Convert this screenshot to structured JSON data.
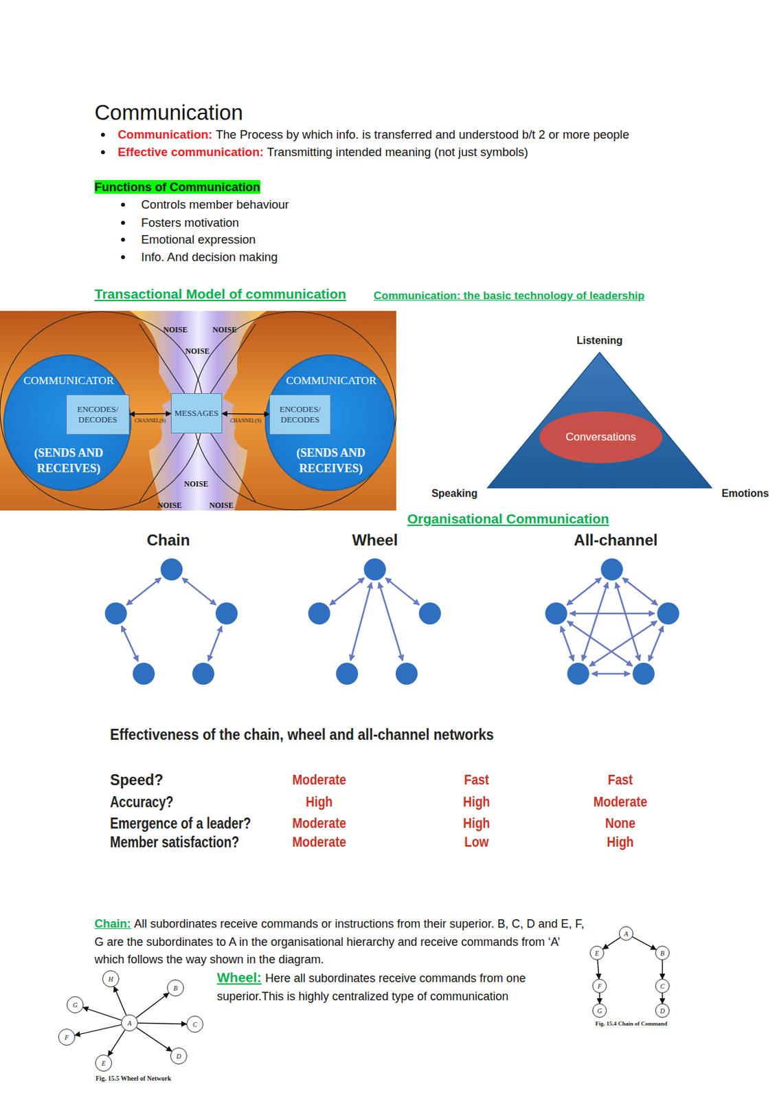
{
  "diagram": {
    "title": "Communication",
    "nodes": [
      {
        "text": [
          "COMMUNICATOR",
          "(SENDS AND RECEIVES)"
        ]
      },
      {
        "text": [
          "ENCODES/ DECODES"
        ],
        "in": 0
      },
      {
        "text": [
          "MESSAGES"
        ]
      },
      {
        "text": [
          "COMMUNICATOR",
          "(SENDS AND RECEIVES)"
        ]
      },
      {
        "text": [
          "ENCODES/ DECODES"
        ],
        "in": 3
      },
      {
        "text": [
          "Listening",
          "Speaking",
          "Emotions"
        ]
      },
      {
        "text": [
          "Conversations"
        ],
        "in": 5
      },
      {
        "text": [
          "A"
        ]
      },
      {
        "text": [
          "E"
        ]
      },
      {
        "text": [
          "B"
        ]
      },
      {
        "text": [
          "F"
        ]
      },
      {
        "text": [
          "C"
        ]
      },
      {
        "text": [
          "G"
        ]
      },
      {
        "text": [
          "D"
        ]
      },
      {
        "text": [
          "H"
        ]
      },
      {
        "text": [
          "B"
        ]
      },
      {
        "text": [
          "G"
        ]
      },
      {
        "text": [
          "A"
        ]
      },
      {
        "text": [
          "C"
        ]
      },
      {
        "text": [
          "F"
        ]
      },
      {
        "text": [
          "D"
        ]
      },
      {
        "text": [
          "E"
        ]
      }
    ],
    "edges": [
      {
        "from": 1,
        "to": 2,
        "arrow": "both",
        "label": "CHANNEL(S)"
      },
      {
        "from": 2,
        "to": 4,
        "arrow": "both",
        "label": "CHANNEL(S)"
      },
      {
        "from": 7,
        "to": 8,
        "arrow": "to"
      },
      {
        "from": 8,
        "to": 10,
        "arrow": "to"
      },
      {
        "from": 10,
        "to": 12,
        "arrow": "to"
      },
      {
        "from": 7,
        "to": 9,
        "arrow": "to"
      },
      {
        "from": 9,
        "to": 11,
        "arrow": "to"
      },
      {
        "from": 11,
        "to": 13,
        "arrow": "to"
      },
      {
        "from": 17,
        "to": 14,
        "arrow": "to"
      },
      {
        "from": 17,
        "to": 15,
        "arrow": "to"
      },
      {
        "from": 17,
        "to": 16,
        "arrow": "to"
      },
      {
        "from": 17,
        "to": 18,
        "arrow": "to"
      },
      {
        "from": 17,
        "to": 19,
        "arrow": "to"
      },
      {
        "from": 17,
        "to": 20,
        "arrow": "to"
      },
      {
        "from": 17,
        "to": 21,
        "arrow": "to"
      }
    ],
    "labels": [
      "Communication:",
      "The Process by which info. is transferred and understood b/t 2 or more people",
      "Effective communication:",
      "Transmitting intended meaning (not just symbols)",
      "Functions of Communication",
      "Controls member behaviour",
      "Fosters motivation",
      "Emotional expression",
      "Info. And decision making",
      "Transactional Model of communication",
      "Communication: the basic technology of leadership",
      "NOISE",
      "NOISE",
      "NOISE",
      "NOISE",
      "NOISE",
      "NOISE",
      "Organisational Communication",
      "Chain",
      "Wheel",
      "All-channel",
      "Effectiveness of the chain, wheel and all-channel networks",
      "Speed?",
      "Moderate",
      "Fast",
      "Fast",
      "Accuracy?",
      "High",
      "High",
      "Moderate",
      "Emergence of a leader?",
      "Moderate",
      "High",
      "None",
      "Member satisfaction?",
      "Moderate",
      "Low",
      "High",
      "Chain:",
      "All subordinates receive commands or instructions from their superior. B, C, D and E, F, G are the subordinates to A in the organisational hierarchy and receive commands from ‘A’ which follows the way shown in the diagram.",
      "Wheel:",
      "Here all subordinates receive commands from one superior.This is highly centralized type of communication",
      "Fig. 15.4 Chain of Command",
      "Fig. 15.5 Wheel of Network"
    ]
  }
}
